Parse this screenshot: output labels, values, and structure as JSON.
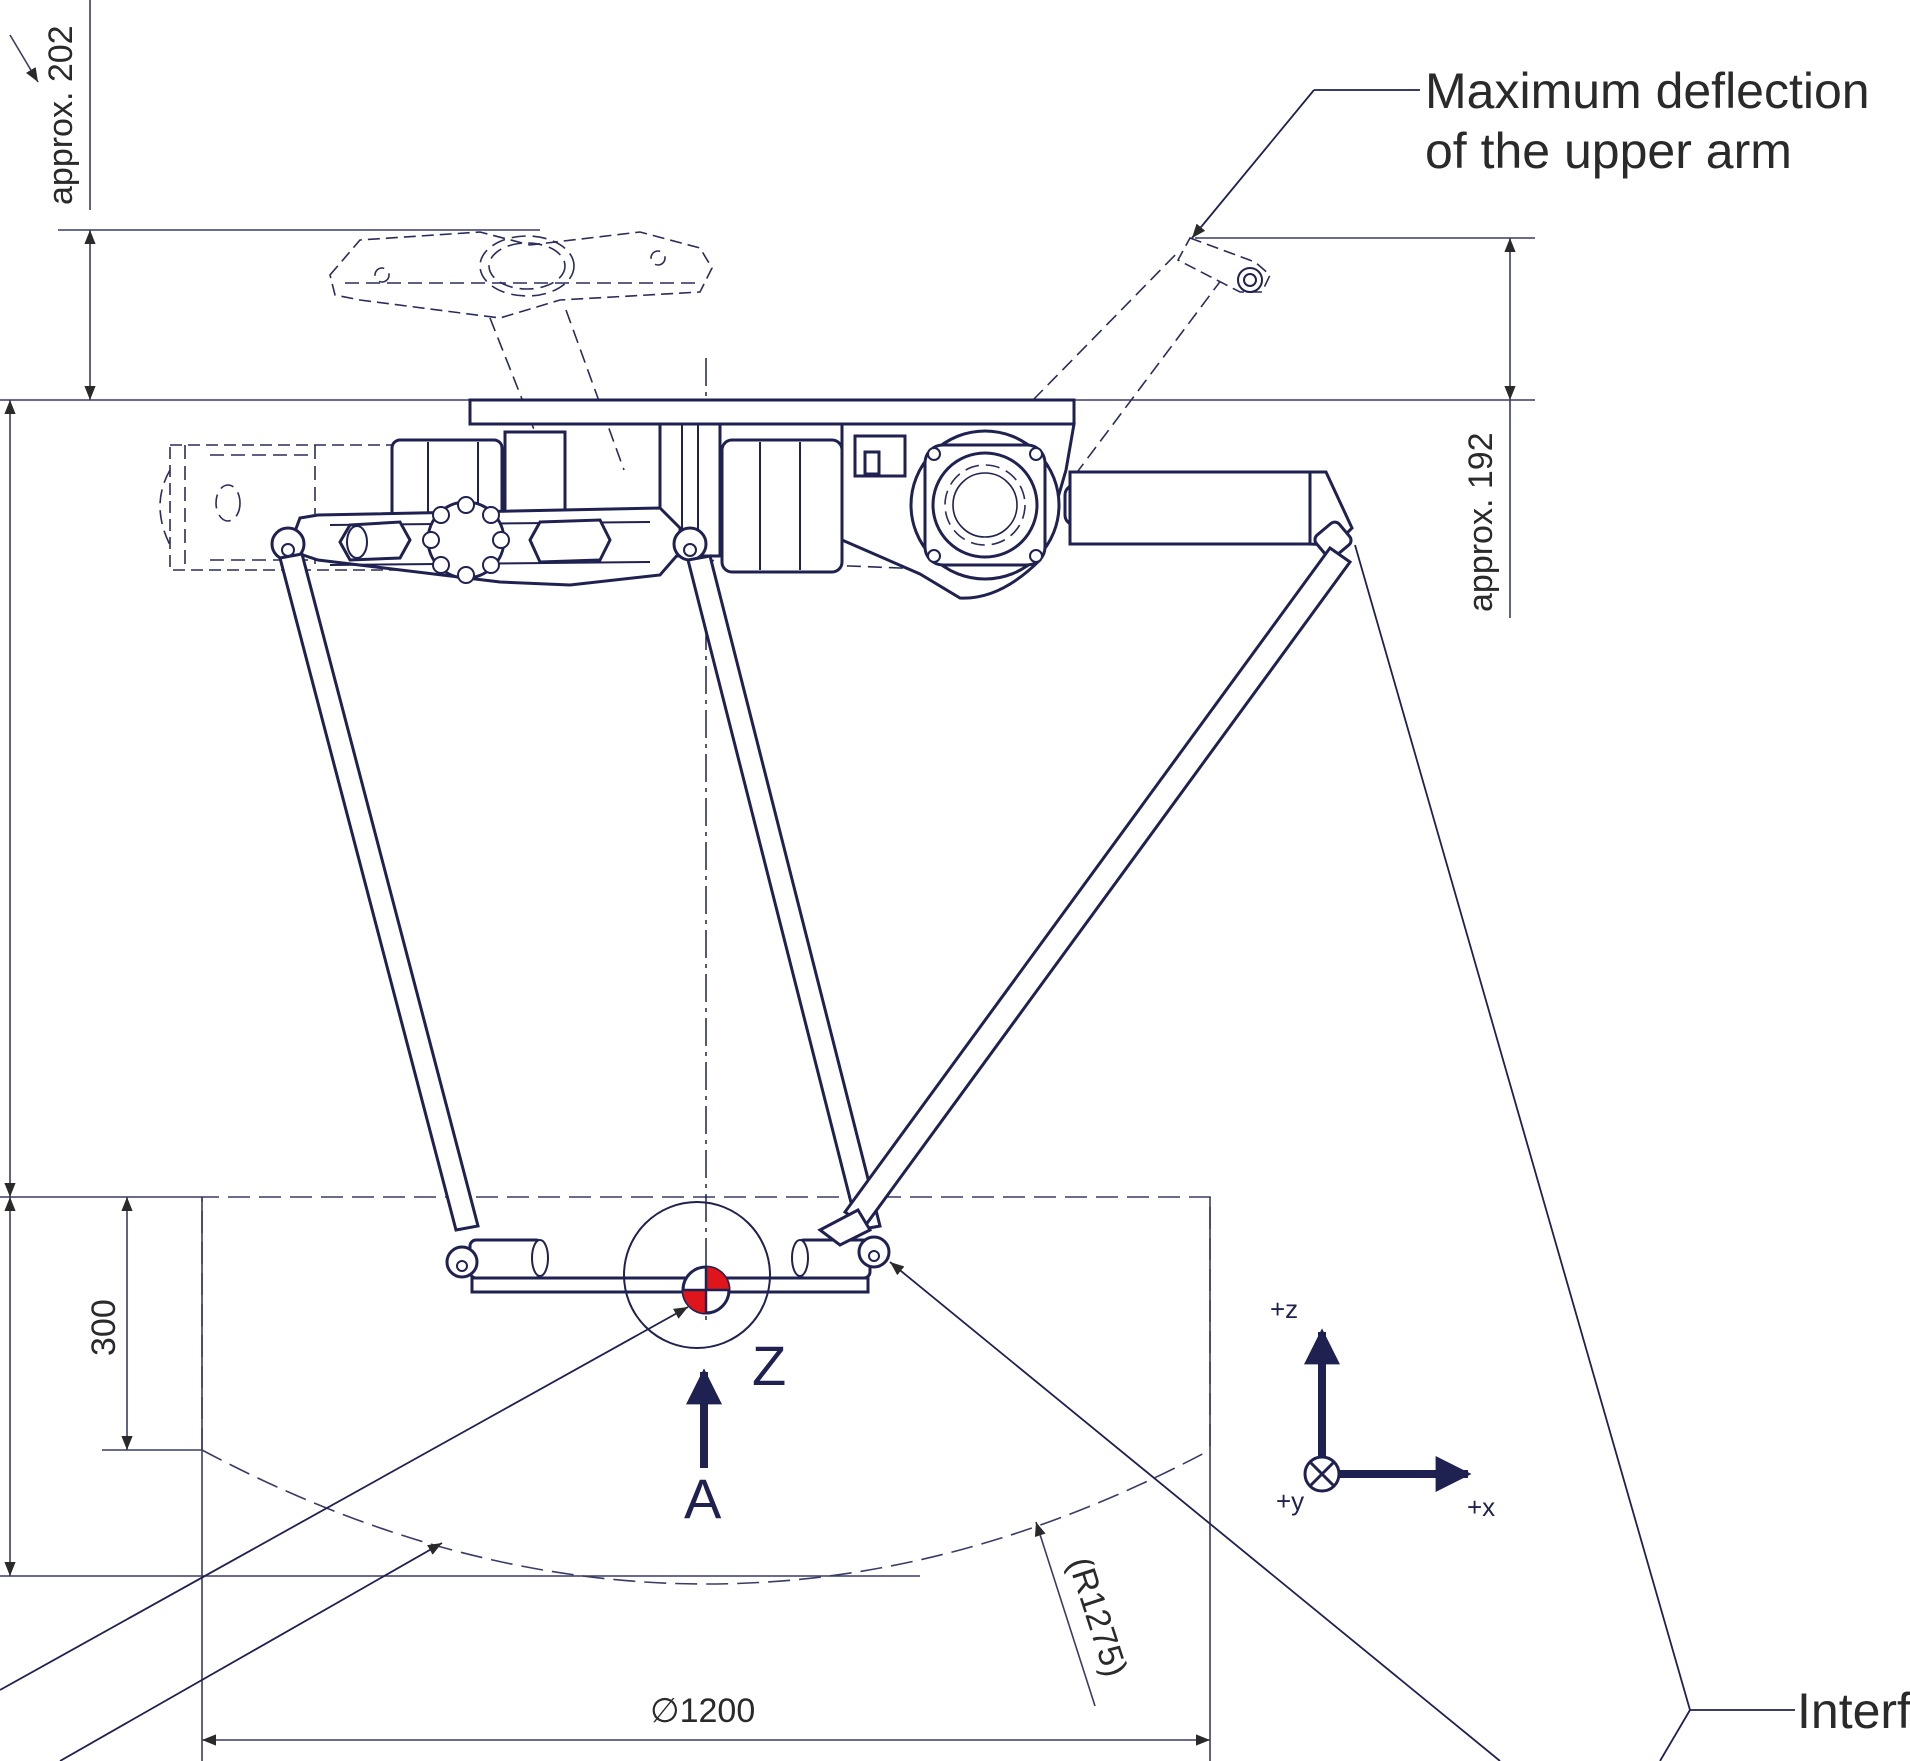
{
  "dimensions": {
    "top_clearance": "approx. 202",
    "arm_deflection": "approx. 192",
    "stroke_300": "300",
    "radius": "(R1275)",
    "diameter": "∅1200"
  },
  "callouts": {
    "max_deflection_line1": "Maximum deflection",
    "max_deflection_line2": "of the upper arm",
    "interface_partial": "Interf"
  },
  "view": {
    "view_label": "A",
    "center_label": "Z"
  },
  "axes": {
    "z": "+z",
    "y": "+y",
    "x": "+x"
  },
  "colors": {
    "ink": "#1f2150",
    "marker_red": "#e0141b"
  }
}
